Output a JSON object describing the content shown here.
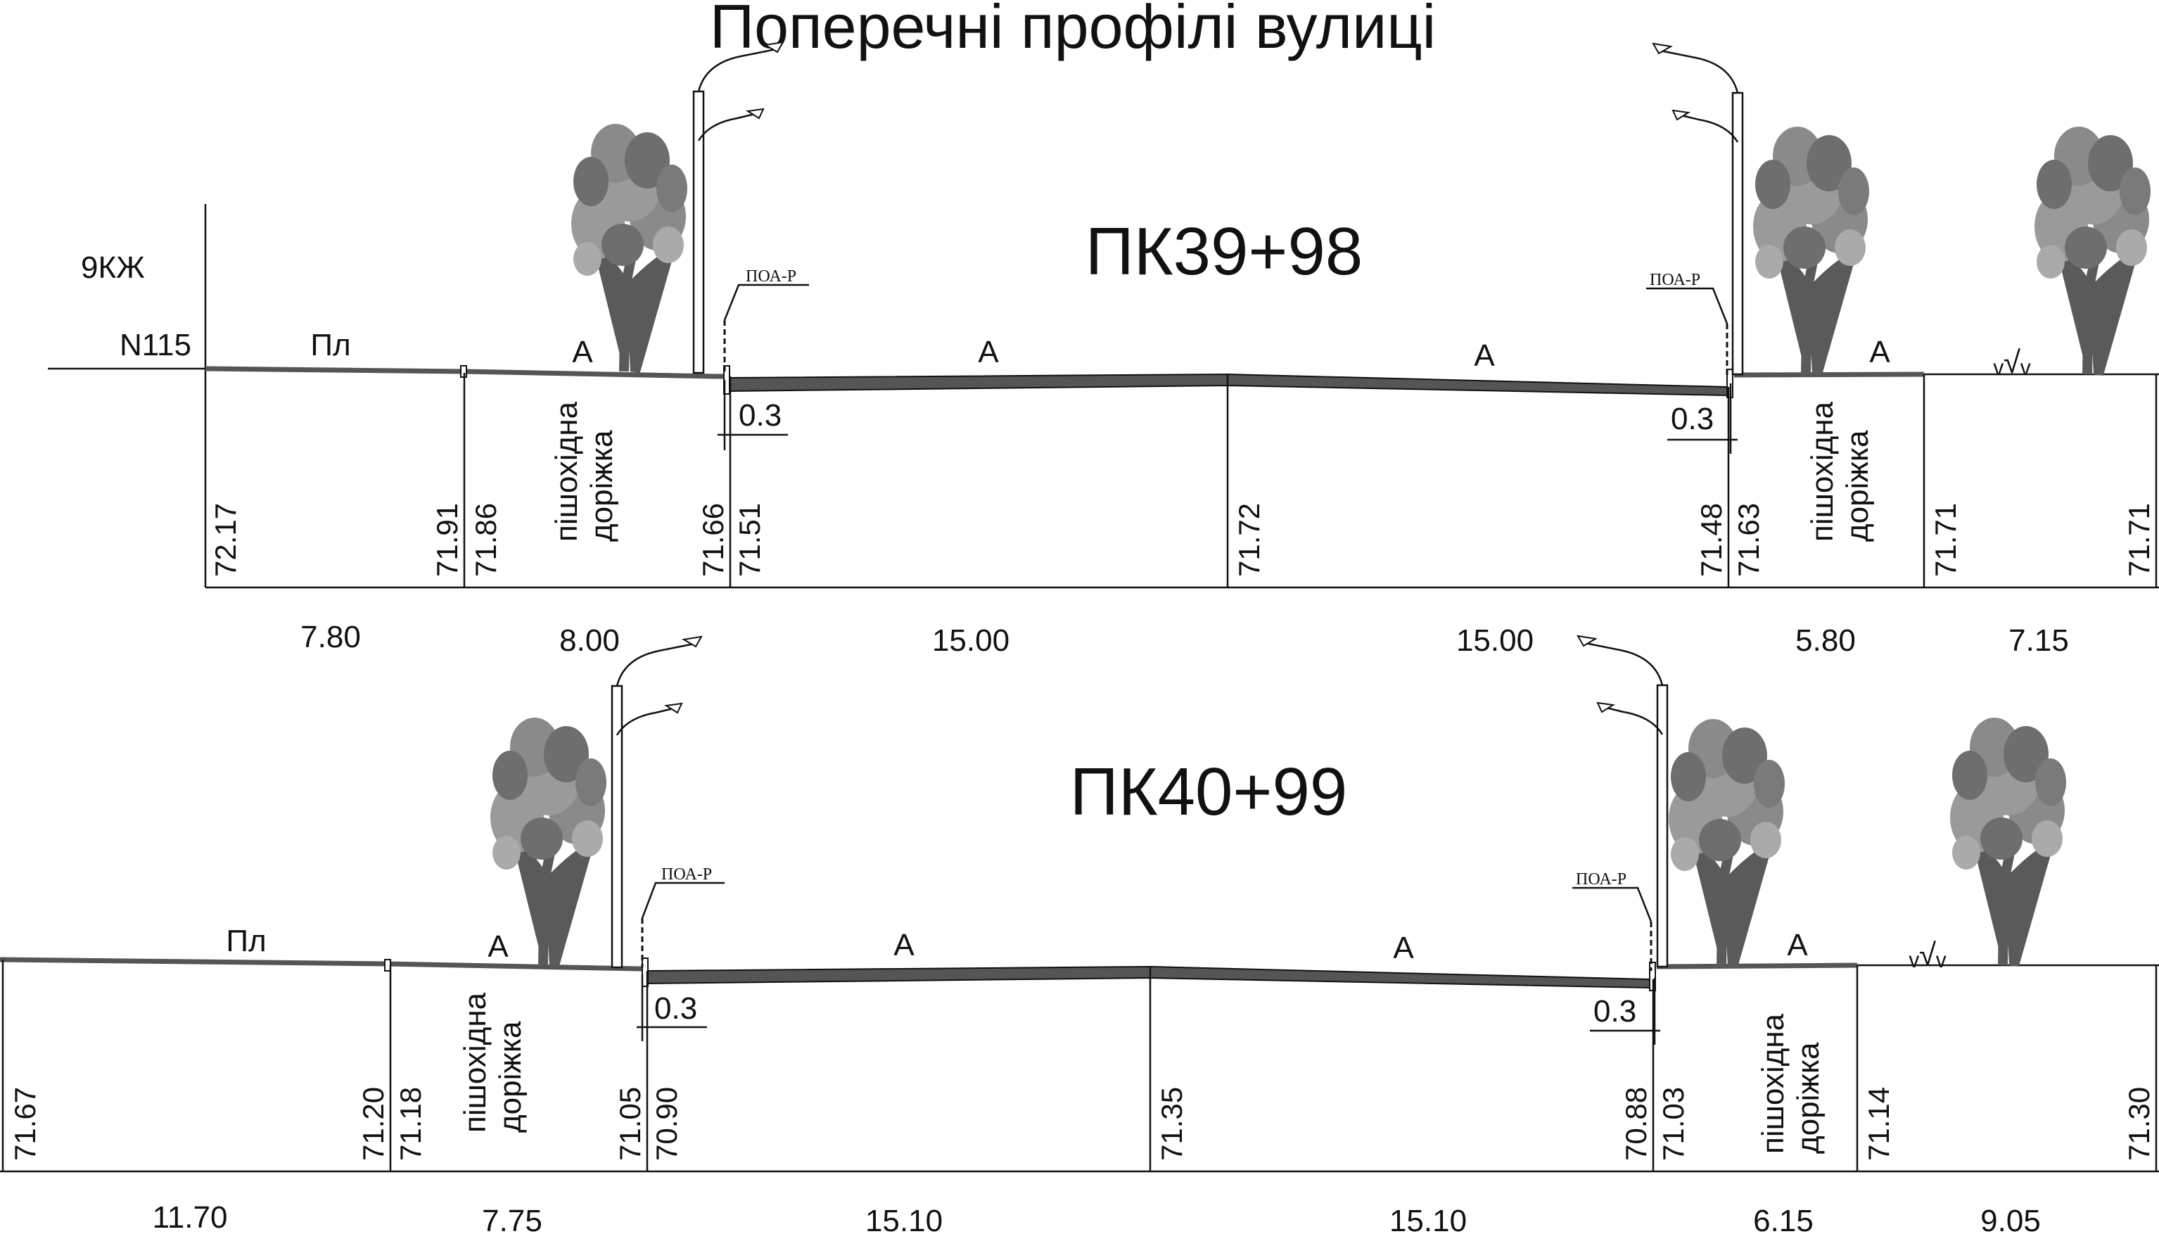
{
  "title": "Поперечні профілі вулиці",
  "labels": {
    "zone": "9КЖ",
    "node": "N115",
    "square": "Пл",
    "asphalt": "А",
    "separator": "ПОА-Р",
    "curb_gap": "0.3",
    "sidewalk_line1": "пішохідна",
    "sidewalk_line2": "доріжка",
    "grass": "ᵥ√ᵥ"
  },
  "profiles": [
    {
      "name": "ПК39+98",
      "elevations": [
        "72.17",
        "71.91",
        "71.86",
        "71.66",
        "71.51",
        "71.72",
        "71.48",
        "71.63",
        "71.71",
        "71.71"
      ],
      "widths": [
        "7.80",
        "8.00",
        "15.00",
        "15.00",
        "5.80",
        "7.15"
      ]
    },
    {
      "name": "ПК40+99",
      "elevations": [
        "71.67",
        "71.20",
        "71.18",
        "71.05",
        "70.90",
        "71.35",
        "70.88",
        "71.03",
        "71.14",
        "71.30"
      ],
      "widths": [
        "11.70",
        "7.75",
        "15.10",
        "15.10",
        "6.15",
        "9.05"
      ]
    }
  ],
  "colors": {
    "line": "#111111",
    "road": "#555555",
    "tree_dark": "#5a5a5a",
    "tree_light": "#9a9a9a"
  }
}
